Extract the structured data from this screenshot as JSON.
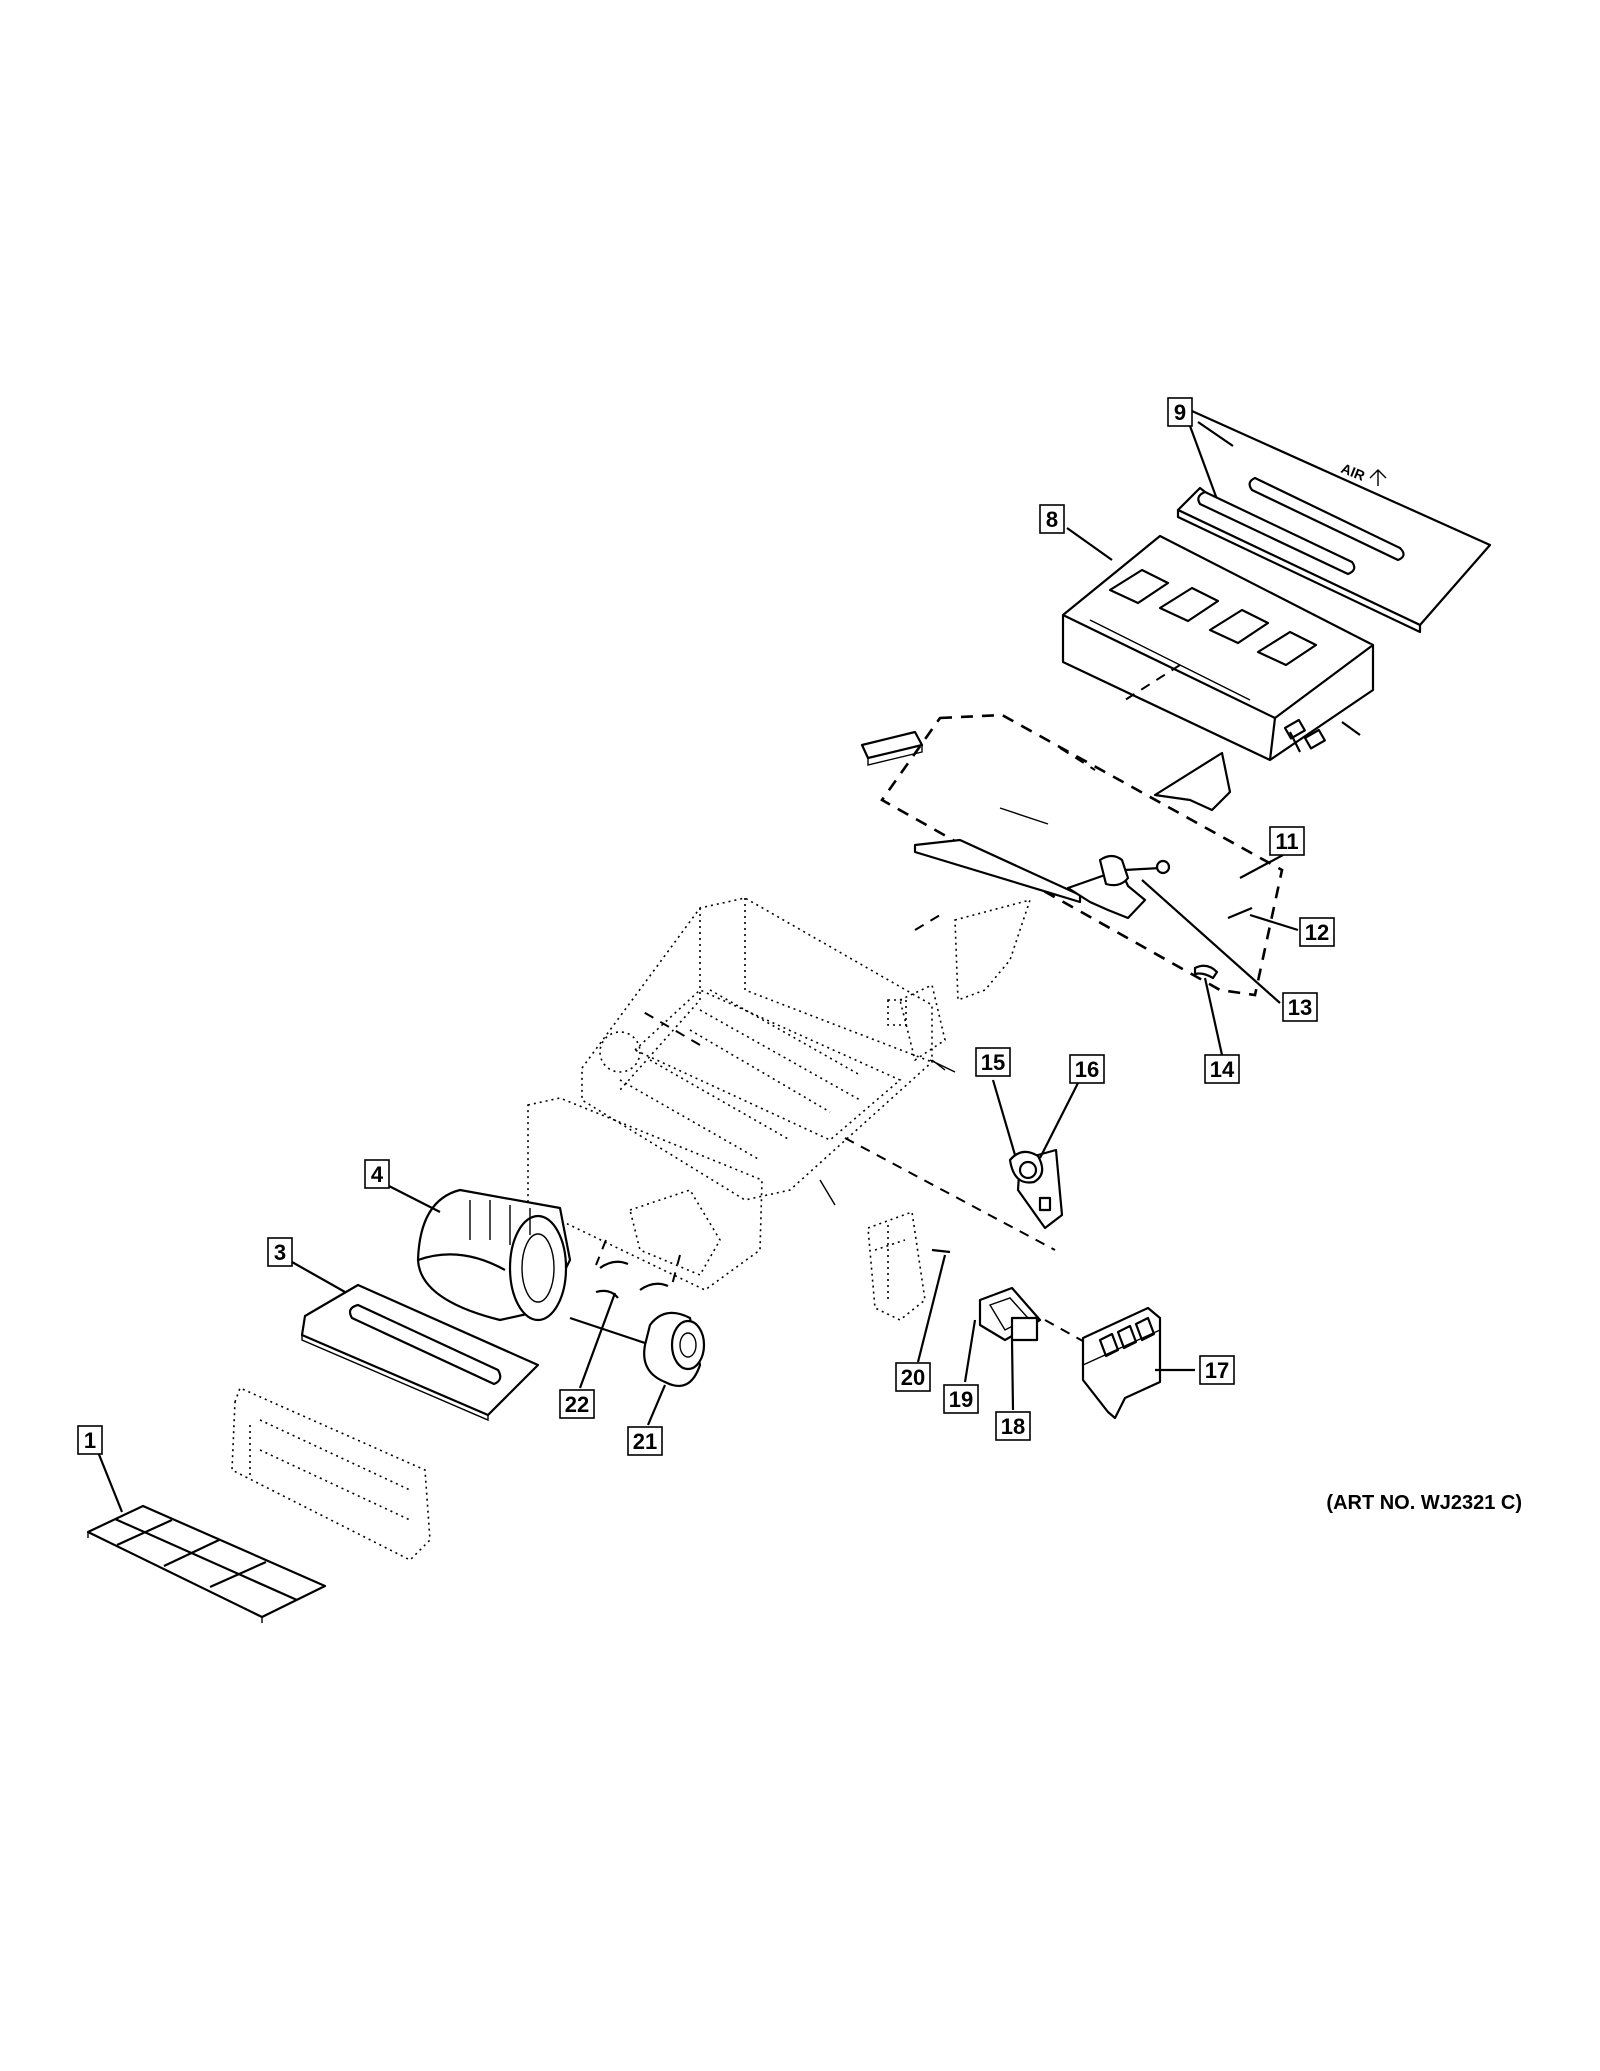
{
  "art_number": "(ART NO. WJ2321 C)",
  "callouts": [
    {
      "id": "1",
      "label": "1"
    },
    {
      "id": "3",
      "label": "3"
    },
    {
      "id": "4",
      "label": "4"
    },
    {
      "id": "8",
      "label": "8"
    },
    {
      "id": "9",
      "label": "9"
    },
    {
      "id": "11",
      "label": "11"
    },
    {
      "id": "12",
      "label": "12"
    },
    {
      "id": "13",
      "label": "13"
    },
    {
      "id": "14",
      "label": "14"
    },
    {
      "id": "15",
      "label": "15"
    },
    {
      "id": "16",
      "label": "16"
    },
    {
      "id": "17",
      "label": "17"
    },
    {
      "id": "18",
      "label": "18"
    },
    {
      "id": "19",
      "label": "19"
    },
    {
      "id": "20",
      "label": "20"
    },
    {
      "id": "21",
      "label": "21"
    },
    {
      "id": "22",
      "label": "22"
    }
  ],
  "panel_text": "AIR"
}
